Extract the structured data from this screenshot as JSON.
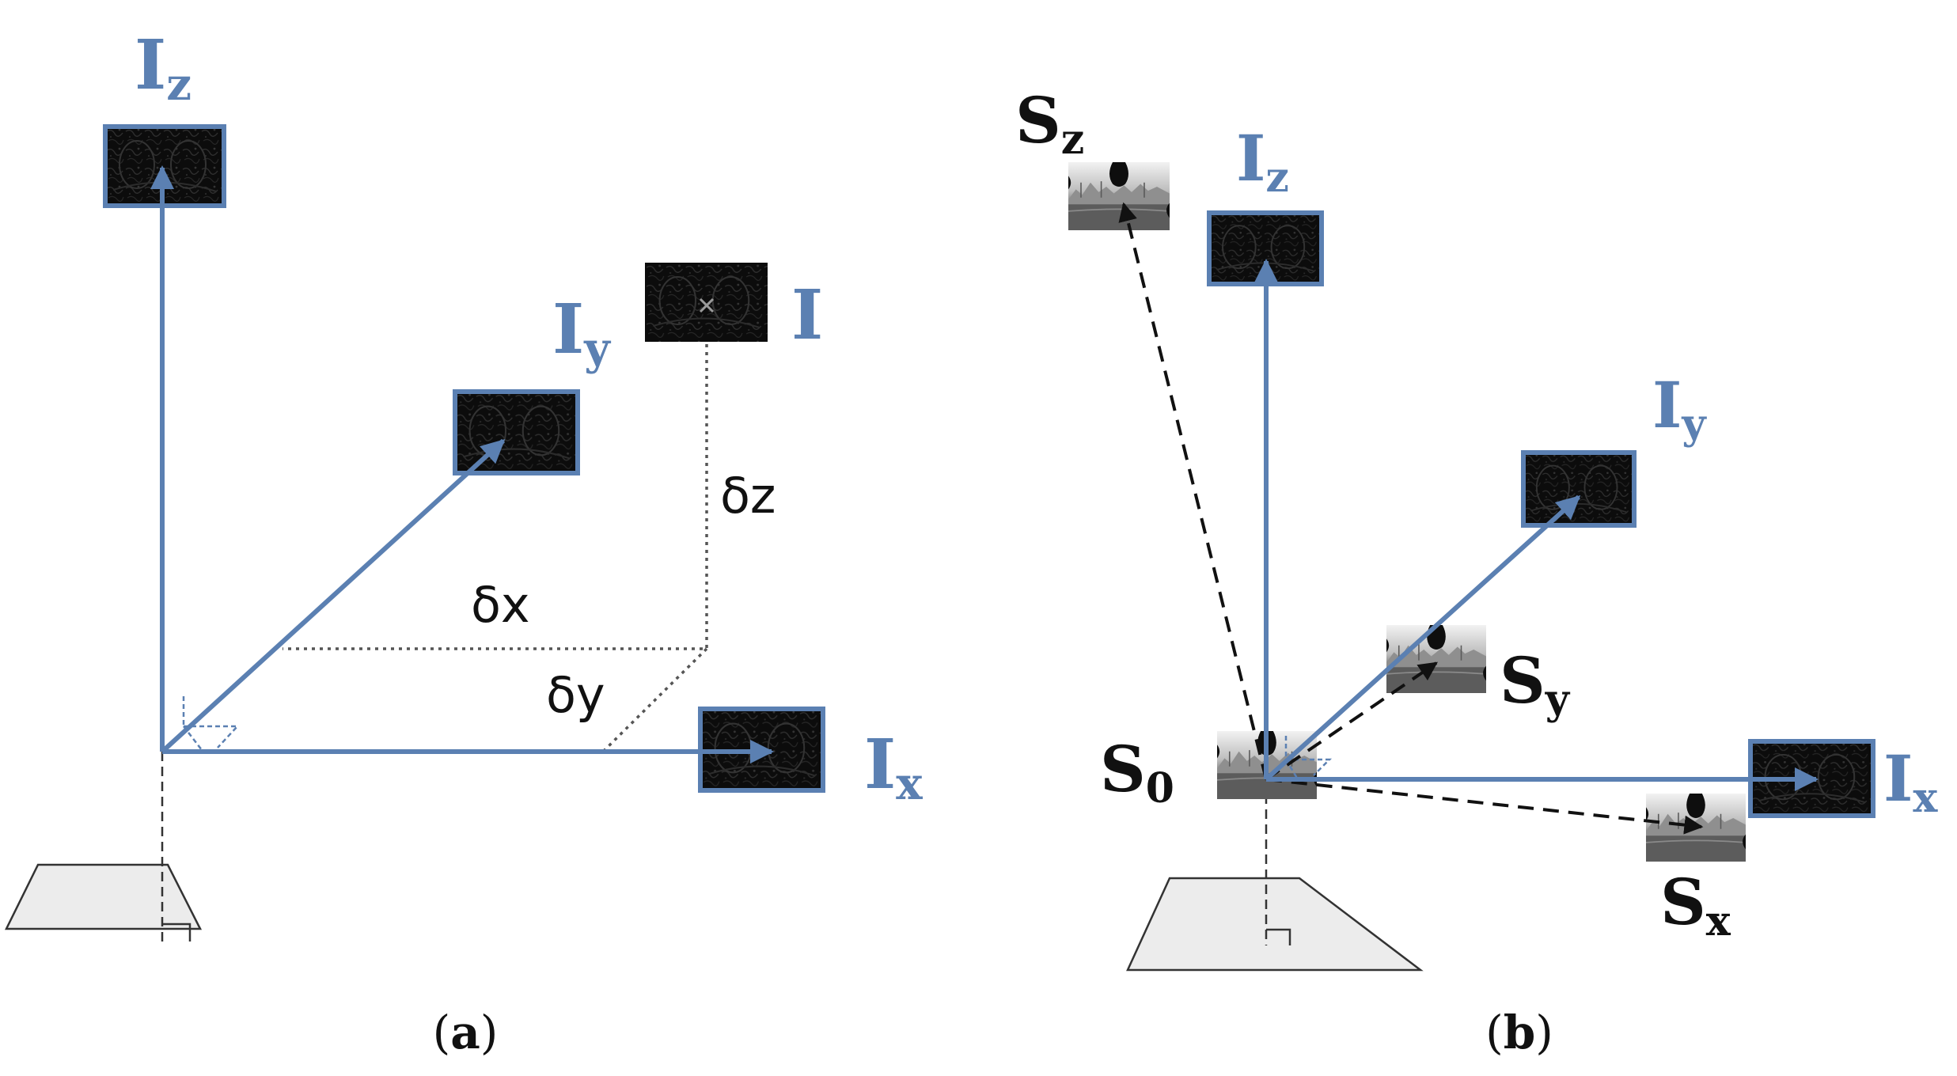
{
  "colors": {
    "axis_blue": "#5b80b2",
    "dashed_black": "#111111",
    "dotted_gray": "#555555",
    "plane_fill": "#ececec"
  },
  "panel_a": {
    "caption_open": "(",
    "caption_letter": "a",
    "caption_close": ")",
    "labels": {
      "iz_main": "I",
      "iz_sub": "z",
      "iy_main": "I",
      "iy_sub": "y",
      "ix_main": "I",
      "ix_sub": "x",
      "i_main": "I",
      "delta_x": "δx",
      "delta_y": "δy",
      "delta_z": "δz"
    },
    "images": [
      "dark-edge-image",
      "dark-edge-image",
      "dark-edge-image",
      "dark-edge-image"
    ]
  },
  "panel_b": {
    "caption_open": "(",
    "caption_letter": "b",
    "caption_close": ")",
    "labels": {
      "iz_main": "I",
      "iz_sub": "z",
      "iy_main": "I",
      "iy_sub": "y",
      "ix_main": "I",
      "ix_sub": "x",
      "sz_main": "S",
      "sz_sub": "z",
      "sy_main": "S",
      "sy_sub": "y",
      "sx_main": "S",
      "sx_sub": "x",
      "s0_main": "S",
      "s0_sub": "0"
    },
    "images": [
      "dark-edge-image",
      "grayscale-street-image"
    ]
  }
}
